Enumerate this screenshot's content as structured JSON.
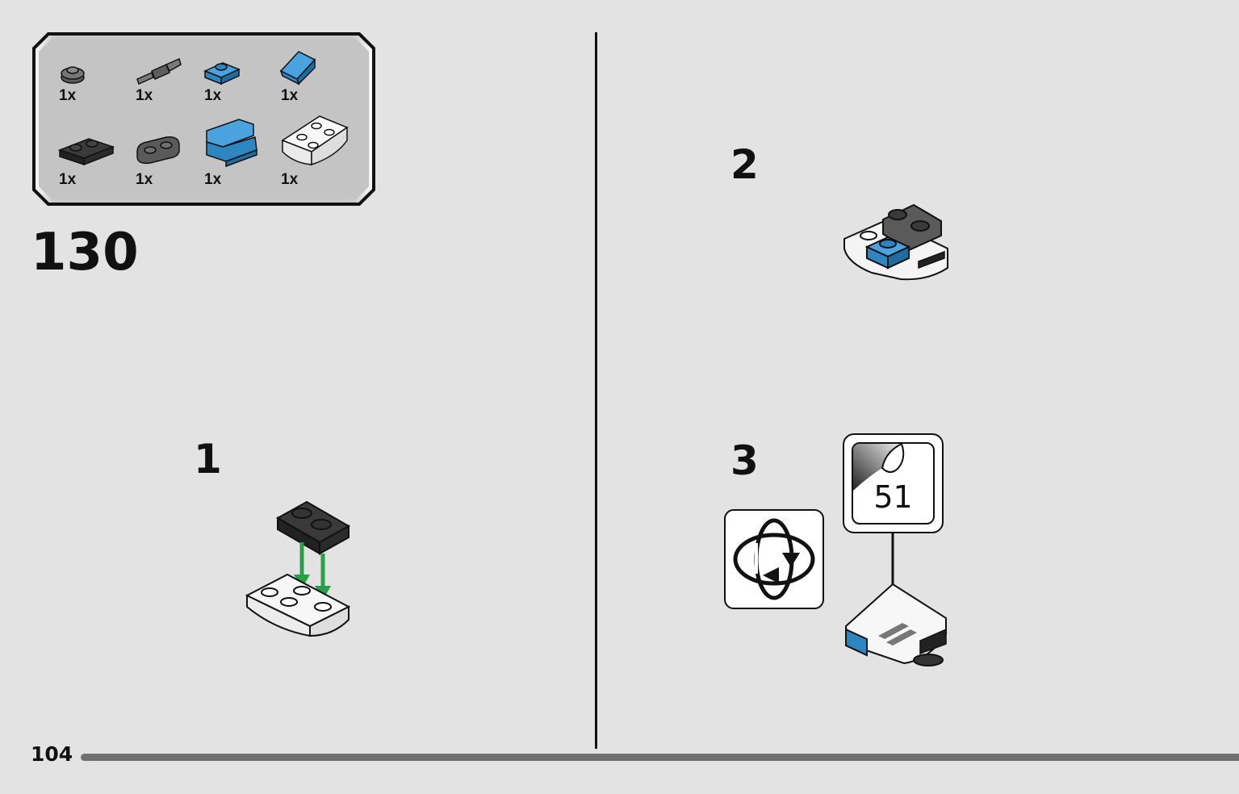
{
  "parts_list": {
    "items": [
      {
        "name": "round-plate-1x1-dark-gray",
        "qty": "1x",
        "color": "#6b6b6b"
      },
      {
        "name": "pin-axle-dark-gray",
        "qty": "1x",
        "color": "#6b6b6b"
      },
      {
        "name": "plate-1x1-blue",
        "qty": "1x",
        "color": "#2e86c1"
      },
      {
        "name": "slope-1x1-blue",
        "qty": "1x",
        "color": "#2e86c1"
      },
      {
        "name": "plate-1x2-black",
        "qty": "1x",
        "color": "#2b2b2b"
      },
      {
        "name": "plate-1x2-rounded-dark-gray",
        "qty": "1x",
        "color": "#5a5a5a"
      },
      {
        "name": "panel-1x2x1-blue",
        "qty": "1x",
        "color": "#2e86c1"
      },
      {
        "name": "inverted-curved-slope-white",
        "qty": "1x",
        "color": "#ffffff"
      }
    ]
  },
  "build_number": "130",
  "steps": [
    {
      "label": "1"
    },
    {
      "label": "2"
    },
    {
      "label": "3"
    }
  ],
  "sticker": {
    "number": "51"
  },
  "page_number": "104",
  "colors": {
    "background": "#e3e3e3",
    "parts_box": "#c4c4c4",
    "arrow": "#27a048",
    "blue": "#2e86c1"
  }
}
